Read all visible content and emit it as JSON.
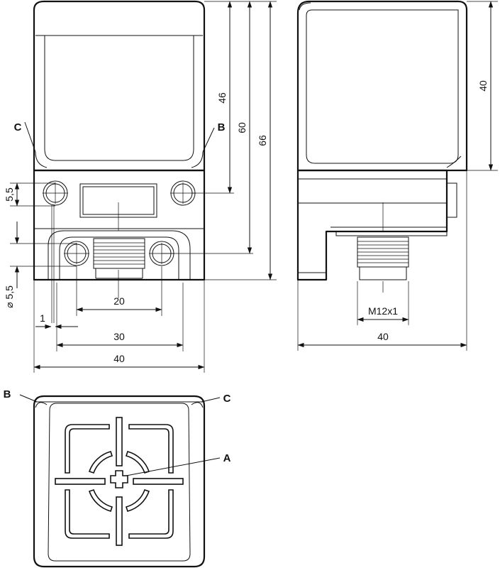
{
  "labels": {
    "A": "A",
    "B": "B",
    "C": "C"
  },
  "dimensions": {
    "front_height_46": "46",
    "front_height_60": "60",
    "front_height_66": "66",
    "front_hole_pitch_5_5": "5,5",
    "front_hole_diameter": "⌀ 5,5",
    "front_width_20": "20",
    "front_offset_1": "1",
    "front_width_30": "30",
    "front_width_40": "40",
    "side_height_40": "40",
    "side_thread": "M12x1",
    "side_width_40": "40"
  },
  "colors": {
    "line": "#111111",
    "background": "#ffffff"
  }
}
